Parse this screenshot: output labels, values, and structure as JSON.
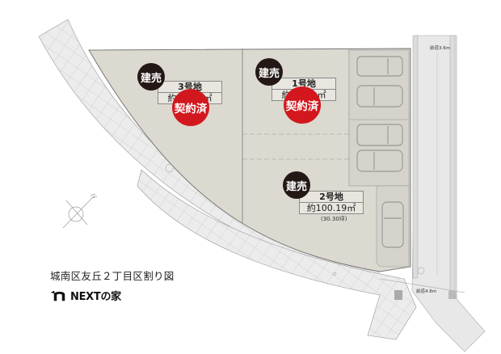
{
  "title": "城南区友丘２丁目区割り図",
  "brand": {
    "name": "NEXTの家",
    "logo_icon": "n-house-logo-icon"
  },
  "colors": {
    "lot_fill": "#dcd9d0",
    "parking_fill": "#d8d6cf",
    "road_fill": "#e9e9e9",
    "sold_badge": "#d2181e",
    "type_badge": "#231815",
    "background": "#ffffff"
  },
  "lots": [
    {
      "id": "lot-3",
      "type_badge": "建売",
      "number": "3号地",
      "area": "約100.20㎡",
      "area_visible": "約　　　㎡",
      "status": "契約済"
    },
    {
      "id": "lot-1",
      "type_badge": "建売",
      "number": "1号地",
      "area_visible": "約　　　㎡",
      "status": "契約済"
    },
    {
      "id": "lot-2",
      "type_badge": "建売",
      "number": "2号地",
      "area": "約100.19㎡",
      "tsubo": "(30.30坪)",
      "status": ""
    }
  ],
  "roads": [
    {
      "label": "前道3.6m",
      "position": "east-top"
    },
    {
      "label": "前道4.8m",
      "position": "south-east"
    }
  ],
  "compass": {
    "icon": "north-arrow-icon"
  },
  "parking": {
    "cars": 5
  }
}
